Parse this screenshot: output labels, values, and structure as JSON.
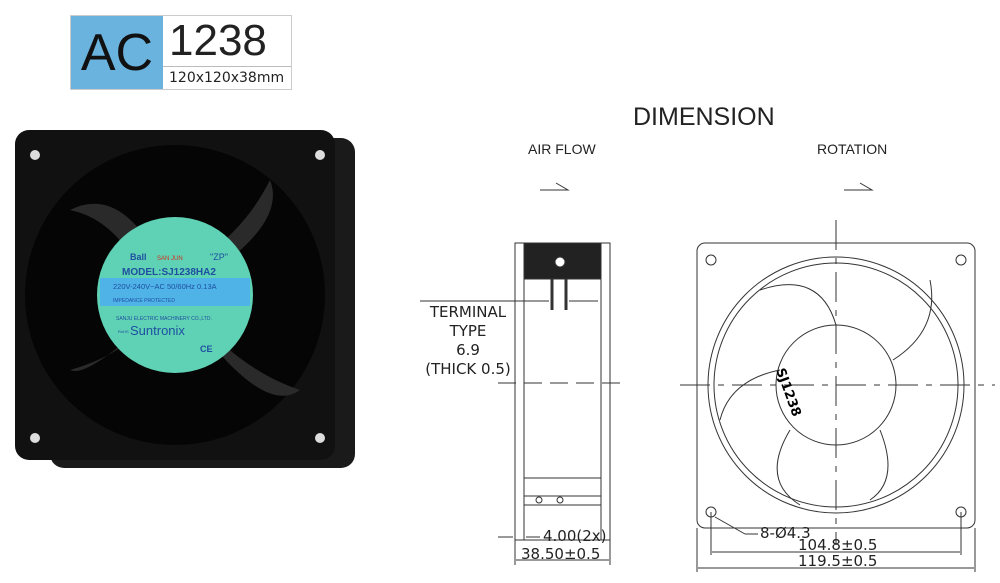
{
  "badge": {
    "series": "AC",
    "model": "1238",
    "size": "120x120x38mm"
  },
  "label": {
    "bearing": "Ball",
    "brand_logo": "SAN JUN",
    "code": "\"ZP\"",
    "model": "MODEL:SJ1238HA2",
    "rating": "220V-240V~AC  50/60Hz 0.13A",
    "protection": "IMPEDANCE PROTECTED",
    "maker": "SANJU ELECTRIC MACHINERY CO.,LTD.",
    "rohs": "RoHS",
    "brand": "Suntronix",
    "ce": "CE"
  },
  "drawing": {
    "title": "DIMENSION",
    "air_flow": "AIR FLOW",
    "rotation": "ROTATION",
    "terminal": [
      "TERMINAL",
      "TYPE",
      "6.9",
      "(THICK 0.5)"
    ],
    "frame_thickness": "4.00(2x)",
    "depth": "38.50±0.5",
    "holes": "8-Ø4.3",
    "hole_pitch": "104.8±0.5",
    "width": "119.5±0.5",
    "hub_marking": "SJ1238"
  },
  "colors": {
    "badge_blue": "#69b3de",
    "label_green": "#5fd1b4",
    "label_blue": "#4fb3e8",
    "text_blue": "#1f4fa0"
  }
}
